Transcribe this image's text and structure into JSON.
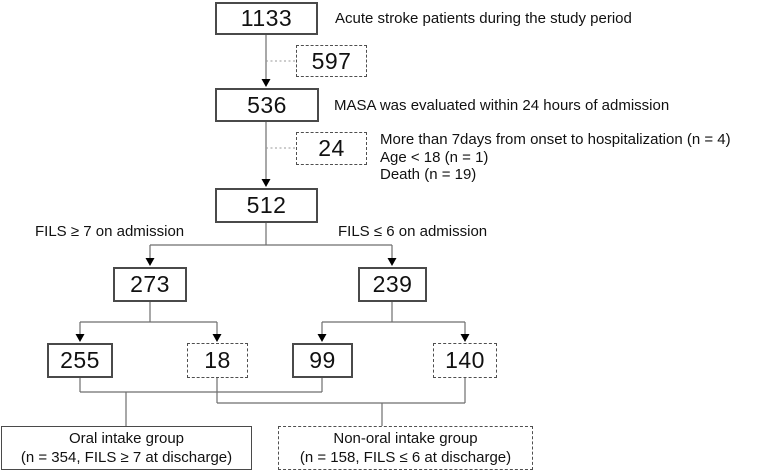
{
  "flowchart": {
    "nodes": {
      "n1133": {
        "value": "1133"
      },
      "n597": {
        "value": "597"
      },
      "n536": {
        "value": "536"
      },
      "n24": {
        "value": "24"
      },
      "n512": {
        "value": "512"
      },
      "n273": {
        "value": "273"
      },
      "n239": {
        "value": "239"
      },
      "n255": {
        "value": "255"
      },
      "n18": {
        "value": "18"
      },
      "n99": {
        "value": "99"
      },
      "n140": {
        "value": "140"
      }
    },
    "annotations": {
      "acute": "Acute stroke patients during the study period",
      "masa": "MASA was evaluated within 24 hours of admission",
      "exclusion_line1": "More than 7days from onset to hospitalization (n = 4)",
      "exclusion_line2": "Age < 18 (n = 1)",
      "exclusion_line3": "Death (n = 19)",
      "branch_left": "FILS ≥ 7 on admission",
      "branch_right": "FILS ≤ 6 on admission"
    },
    "outcomes": {
      "oral": {
        "title": "Oral intake group",
        "subtitle": "(n = 354, FILS ≥ 7 at discharge)"
      },
      "non_oral": {
        "title": "Non-oral intake group",
        "subtitle": "(n = 158, FILS ≤ 6 at discharge)"
      }
    },
    "colors": {
      "box_border": "#4a4a4a",
      "connector": "#6e6e6e",
      "arrowhead": "#000000",
      "text": "#111111",
      "background": "#ffffff"
    }
  }
}
